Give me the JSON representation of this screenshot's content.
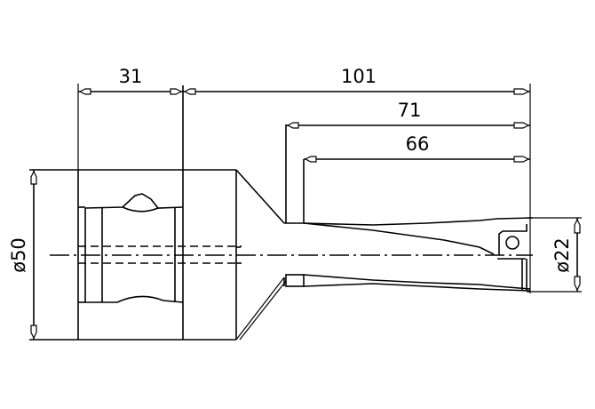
{
  "drawing": {
    "type": "technical-drawing",
    "subject": "boring bar / tool holder side view with dimensions",
    "line_color": "#000000",
    "background": "#ffffff"
  },
  "dimensions": {
    "d31": {
      "label": "31",
      "orientation": "horizontal"
    },
    "d101": {
      "label": "101",
      "orientation": "horizontal"
    },
    "d71": {
      "label": "71",
      "orientation": "horizontal"
    },
    "d66": {
      "label": "66",
      "orientation": "horizontal"
    },
    "dia50": {
      "label": "ø50",
      "orientation": "vertical"
    },
    "dia22": {
      "label": "ø22",
      "orientation": "vertical"
    }
  }
}
